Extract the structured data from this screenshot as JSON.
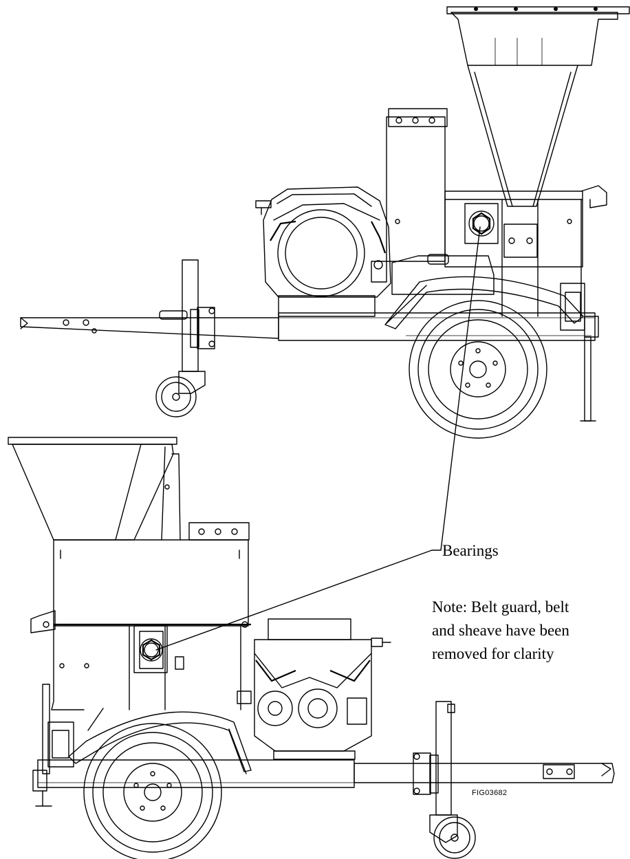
{
  "callout": {
    "label": "Bearings"
  },
  "note": {
    "line1": "Note:  Belt guard, belt",
    "line2": "and sheave have been",
    "line3": "removed for clarity"
  },
  "figure": {
    "id": "FIG03682"
  }
}
